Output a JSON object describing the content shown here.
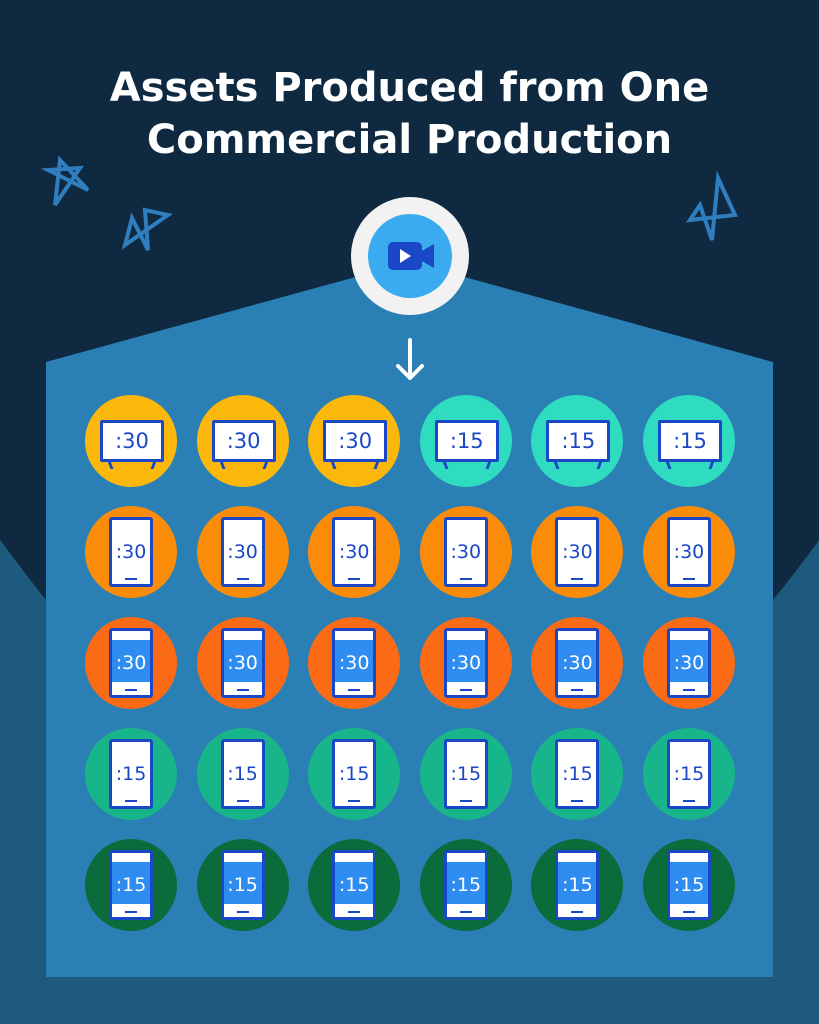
{
  "title_line1": "Assets Produced from One",
  "title_line2": "Commercial Production",
  "source_icon": "video-camera-icon",
  "colors": {
    "background": "#0f2a40",
    "panel": "#2a80b5",
    "accent_blue": "#1a47c6"
  },
  "rows": [
    {
      "items": [
        {
          "type": "tv",
          "label": ":30",
          "color": "#fbb80a"
        },
        {
          "type": "tv",
          "label": ":30",
          "color": "#fbb80a"
        },
        {
          "type": "tv",
          "label": ":30",
          "color": "#fbb80a"
        },
        {
          "type": "tv",
          "label": ":15",
          "color": "#2fdcc0"
        },
        {
          "type": "tv",
          "label": ":15",
          "color": "#2fdcc0"
        },
        {
          "type": "tv",
          "label": ":15",
          "color": "#2fdcc0"
        }
      ]
    },
    {
      "type": "phone",
      "label": ":30",
      "color": "#fb8c0a",
      "screen": "white",
      "count": 6
    },
    {
      "type": "phone",
      "label": ":30",
      "color": "#fb6a14",
      "screen": "blue",
      "count": 6
    },
    {
      "type": "phone",
      "label": ":15",
      "color": "#18b48a",
      "screen": "white",
      "count": 6
    },
    {
      "type": "phone",
      "label": ":15",
      "color": "#0b6b3a",
      "screen": "blue",
      "count": 6
    }
  ]
}
